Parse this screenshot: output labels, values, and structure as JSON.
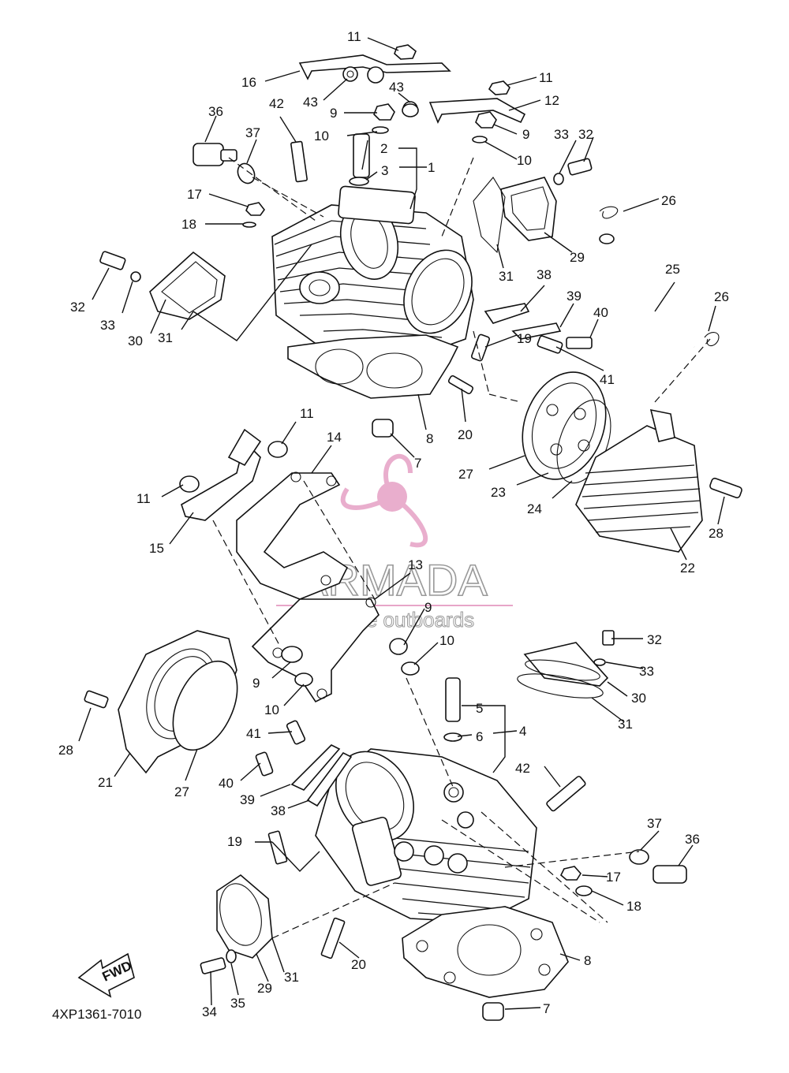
{
  "diagram": {
    "code": "4XP1361-7010",
    "fwd_label": "FWD"
  },
  "watermark": {
    "brand": "ARMADA",
    "tagline": "marine outboards",
    "color": "#e7a6c8"
  },
  "callouts": {
    "c1": "1",
    "c2": "2",
    "c3": "3",
    "c9a": "9",
    "c9b": "9",
    "c9c": "9",
    "c9d": "9",
    "c10a": "10",
    "c10b": "10",
    "c10c": "10",
    "c10d": "10",
    "c11a": "11",
    "c11b": "11",
    "c11c": "11",
    "c11d": "11",
    "c12": "12",
    "c13": "13",
    "c14": "14",
    "c15": "15",
    "c16": "16",
    "c17a": "17",
    "c17b": "17",
    "c18a": "18",
    "c18b": "18",
    "c19a": "19",
    "c19b": "19",
    "c20a": "20",
    "c20b": "20",
    "c21": "21",
    "c22": "22",
    "c23": "23",
    "c24": "24",
    "c25": "25",
    "c26a": "26",
    "c26b": "26",
    "c27a": "27",
    "c27b": "27",
    "c28a": "28",
    "c28b": "28",
    "c29a": "29",
    "c29b": "29",
    "c30a": "30",
    "c30b": "30",
    "c31a": "31",
    "c31b": "31",
    "c31c": "31",
    "c31d": "31",
    "c32a": "32",
    "c32b": "32",
    "c32c": "32",
    "c33a": "33",
    "c33b": "33",
    "c33c": "33",
    "c34": "34",
    "c35": "35",
    "c36a": "36",
    "c36b": "36",
    "c37a": "37",
    "c37b": "37",
    "c38a": "38",
    "c38b": "38",
    "c39a": "39",
    "c39b": "39",
    "c40a": "40",
    "c40b": "40",
    "c41a": "41",
    "c41b": "41",
    "c42a": "42",
    "c42b": "42",
    "c43a": "43",
    "c43b": "43",
    "c4": "4",
    "c5": "5",
    "c6": "6",
    "c7a": "7",
    "c7b": "7",
    "c8a": "8",
    "c8b": "8"
  }
}
